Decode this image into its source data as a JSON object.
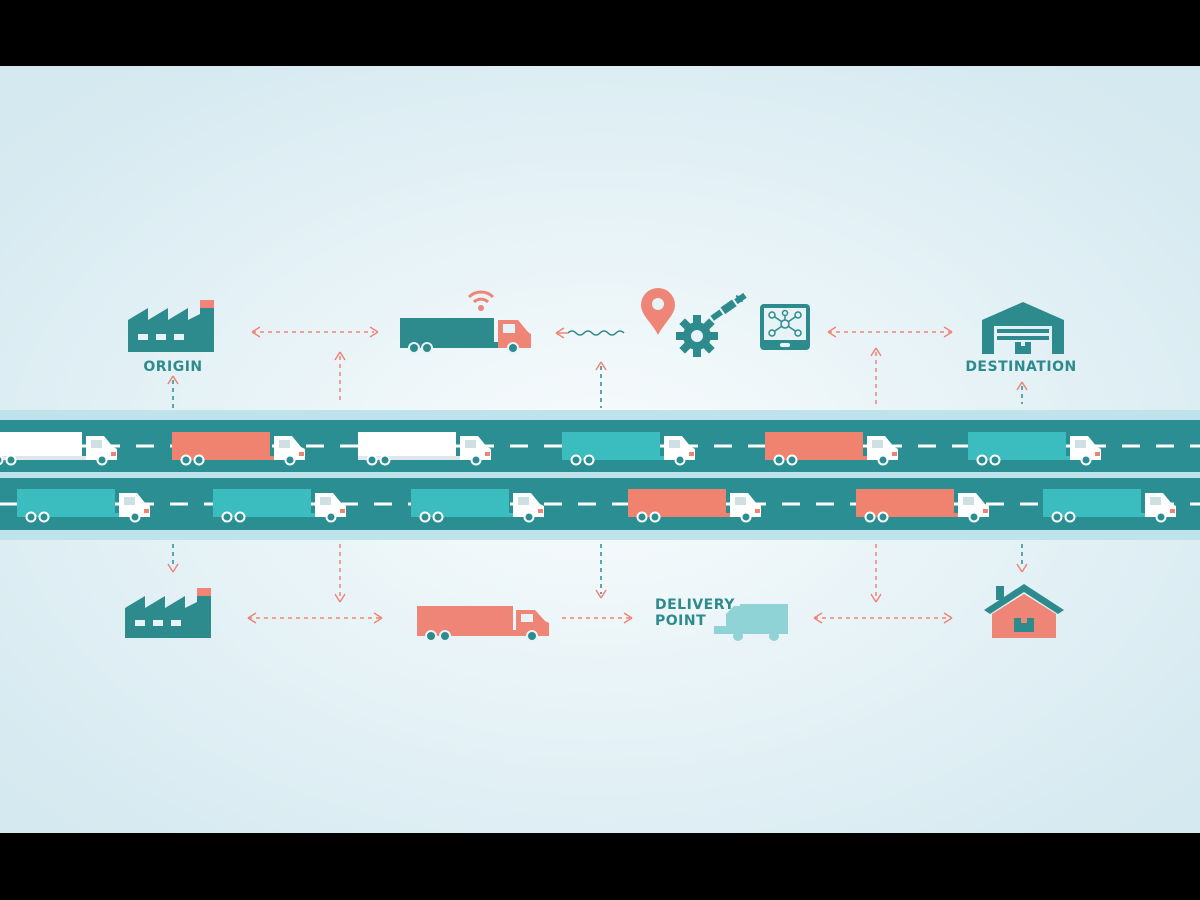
{
  "labels": {
    "origin": "ORIGIN",
    "destination": "DESTINATION",
    "delivery_line1": "DELIVERY",
    "delivery_line2": "POINT"
  },
  "icons": [
    "factory-icon",
    "tracked-truck-icon",
    "wifi-signal-icon",
    "location-pin-icon",
    "gears-icon",
    "satellite-icon",
    "tablet-network-icon",
    "warehouse-icon",
    "house-icon",
    "delivery-van-icon"
  ],
  "colors": {
    "teal": "#2e8b8d",
    "road": "#2a8e92",
    "truck_teal": "#3bbcbf",
    "truck_coral": "#f0836f",
    "truck_white": "#ffffff",
    "arrow_coral": "#ee8576",
    "arrow_teal": "#2e8b8d",
    "van_light": "#8fd3d6",
    "background": "#e8f3f7"
  },
  "road": {
    "top_lane": [
      "white",
      "coral",
      "white",
      "teal",
      "coral",
      "teal"
    ],
    "bottom_lane": [
      "teal",
      "teal",
      "teal",
      "coral",
      "coral",
      "teal"
    ]
  }
}
